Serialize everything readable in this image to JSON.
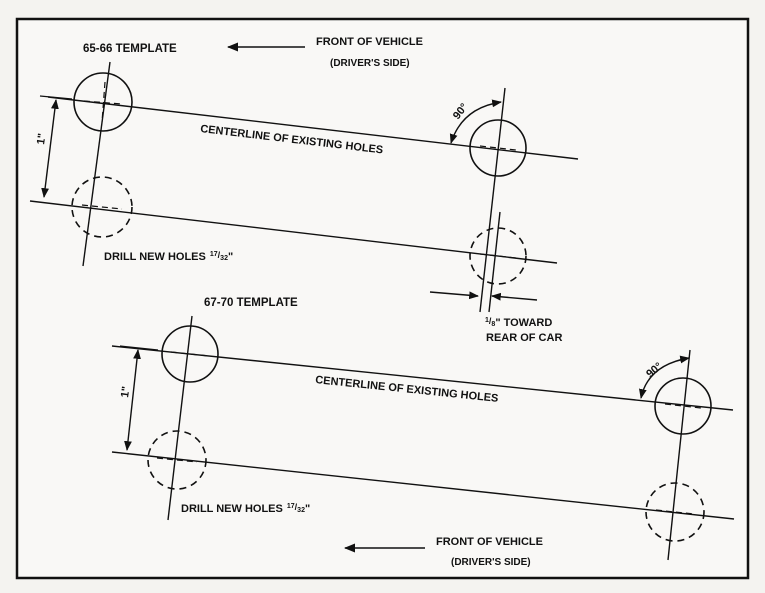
{
  "template_a": {
    "title": "65-66 TEMPLATE",
    "front_label": "FRONT OF VEHICLE",
    "side_label": "(DRIVER'S SIDE)",
    "centerline_label": "CENTERLINE OF EXISTING HOLES",
    "angle_label": "90°",
    "spacing_label": "1\"",
    "drill_label": "DRILL NEW HOLES",
    "drill_size_num": "17",
    "drill_size_den": "32",
    "offset_num": "1",
    "offset_den": "8",
    "offset_label_1": "\" TOWARD",
    "offset_label_2": "REAR OF CAR"
  },
  "template_b": {
    "title": "67-70 TEMPLATE",
    "front_label": "FRONT OF VEHICLE",
    "side_label": "(DRIVER'S SIDE)",
    "centerline_label": "CENTERLINE OF EXISTING HOLES",
    "angle_label": "90°",
    "spacing_label": "1\"",
    "drill_label": "DRILL NEW HOLES",
    "drill_size_num": "17",
    "drill_size_den": "32"
  }
}
